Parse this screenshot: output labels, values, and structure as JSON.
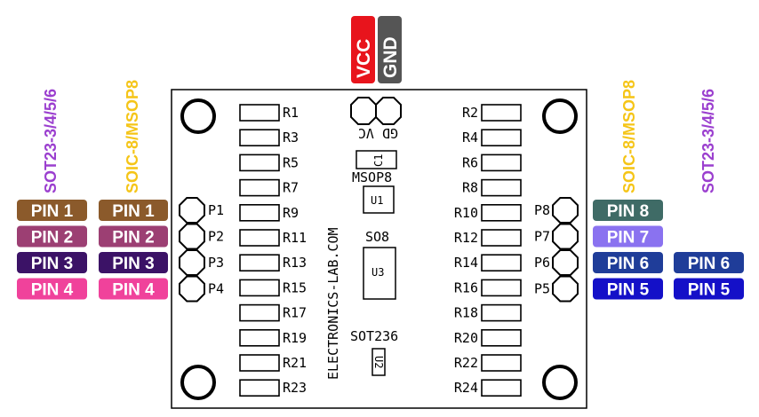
{
  "colors": {
    "vcc": "#e8141c",
    "gnd": "#555555",
    "sot_group": "#9b3fcf",
    "soic_group": "#f5c518",
    "pin1": "#8b5a2b",
    "pin2": "#9c3f73",
    "pin3": "#3b1266",
    "pin4": "#f0429b",
    "pin8": "#3f6b66",
    "pin7": "#8a72f0",
    "pin6": "#1f3d99",
    "pin5": "#1410c8"
  },
  "header": {
    "vcc": "VCC",
    "gnd": "GND",
    "pad_labels": "GD VC"
  },
  "groups": {
    "left_outer": "SOT23-3/4/5/6",
    "left_inner": "SOIC-8/MSOP8",
    "right_inner": "SOIC-8/MSOP8",
    "right_outer": "SOT23-3/4/5/6"
  },
  "pins_left": [
    "PIN 1",
    "PIN 2",
    "PIN 3",
    "PIN 4"
  ],
  "pins_right_inner": [
    "PIN 8",
    "PIN 7",
    "PIN 6",
    "PIN 5"
  ],
  "pins_right_outer": [
    "PIN 6",
    "PIN 5"
  ],
  "pads_left": [
    "P1",
    "P2",
    "P3",
    "P4"
  ],
  "pads_right": [
    "P8",
    "P7",
    "P6",
    "P5"
  ],
  "resistors_left": [
    "R1",
    "R3",
    "R5",
    "R7",
    "R9",
    "R11",
    "R13",
    "R15",
    "R17",
    "R19",
    "R21",
    "R23"
  ],
  "resistors_right": [
    "R2",
    "R4",
    "R6",
    "R8",
    "R10",
    "R12",
    "R14",
    "R16",
    "R18",
    "R20",
    "R22",
    "R24"
  ],
  "board": {
    "vendor": "ELECTRONICS-LAB.COM",
    "cap": "C1",
    "msop": "MSOP8",
    "u1": "U1",
    "so8": "SO8",
    "u3": "U3",
    "sot": "SOT236",
    "u2": "U2"
  }
}
